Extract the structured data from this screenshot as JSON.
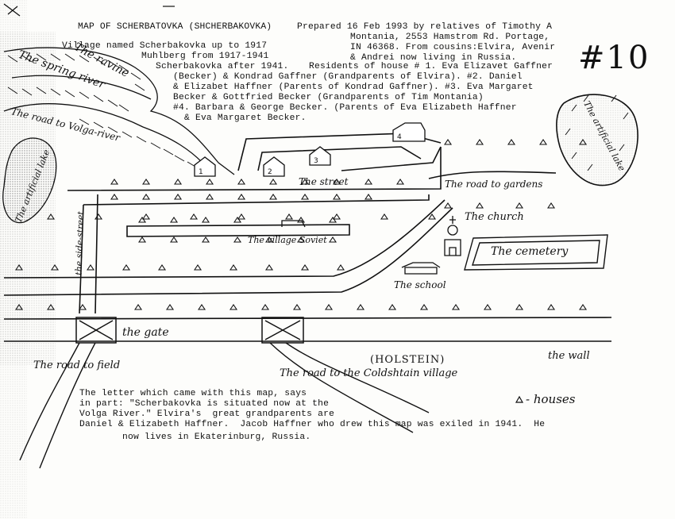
{
  "header": {
    "title": "MAP OF SCHERBATOVKA (SHCHERBAKOVKA)",
    "prepared_lines": [
      "Prepared 16 Feb 1993 by relatives of Timothy A",
      "Montania, 2553 Hamstrom Rd. Portage,",
      "IN 46368. From cousins:Elvira, Avenir",
      "& Andrei now living in Russia."
    ],
    "village_names": [
      "Village named Scherbakovka up to 1917",
      "Muhlberg from 1917-1941",
      "Scherbakovka after 1941."
    ],
    "residents_lines": [
      "Residents of house # 1. Eva Elizavet Gaffner",
      "(Becker) & Kondrad Gaffner (Grandparents of Elvira). #2. Daniel",
      "& Elizabet Haffner (Parents of Kondrad Gaffner). #3. Eva Margaret",
      "Becker & Gottfried Becker (Grandparents of Tim Montania)",
      "#4. Barbara & George Becker. (Parents of Eva Elizabeth Haffner",
      "& Eva Margaret Becker."
    ],
    "page_number": "#10"
  },
  "map_labels": {
    "ravine": "The ravine",
    "spring_river": "The spring river",
    "road_volga": "The road to Volga-river",
    "artificial_lake_left": "The artificial lake",
    "artificial_lake_right": "The artificial lake",
    "side_street": "the side-street",
    "street": "The street",
    "road_gardens": "The road to gardens",
    "village_soviet": "The village Soviet",
    "church": "The church",
    "cemetery": "The cemetery",
    "school": "The school",
    "gate": "the gate",
    "wall": "the wall",
    "road_field": "The road to field",
    "holstein": "(HOLSTEIN)",
    "road_coldshtain": "The road to the Coldshtain village",
    "legend_houses": "- houses",
    "house_numbers": [
      "1",
      "2",
      "3",
      "4"
    ]
  },
  "letter_lines": [
    "The letter which came with this map, says",
    "in part: \"Scherbakovka is situated now at the",
    "Volga River.\" Elvira's  great grandparents are",
    "Daniel & Elizabeth Haffner.  Jacob Haffner who drew this map was exiled in 1941.  He",
    "now lives in Ekaterinburg, Russia."
  ]
}
